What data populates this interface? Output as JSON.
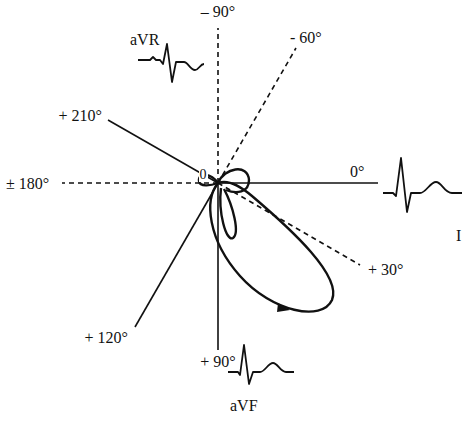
{
  "diagram": {
    "labels": [
      "aVR",
      "– 90°",
      "- 60°",
      "+ 210°",
      "0",
      "± 180°",
      "0°",
      "I",
      "+ 30°",
      "+ 120°",
      "+ 90°",
      "aVF"
    ]
  }
}
